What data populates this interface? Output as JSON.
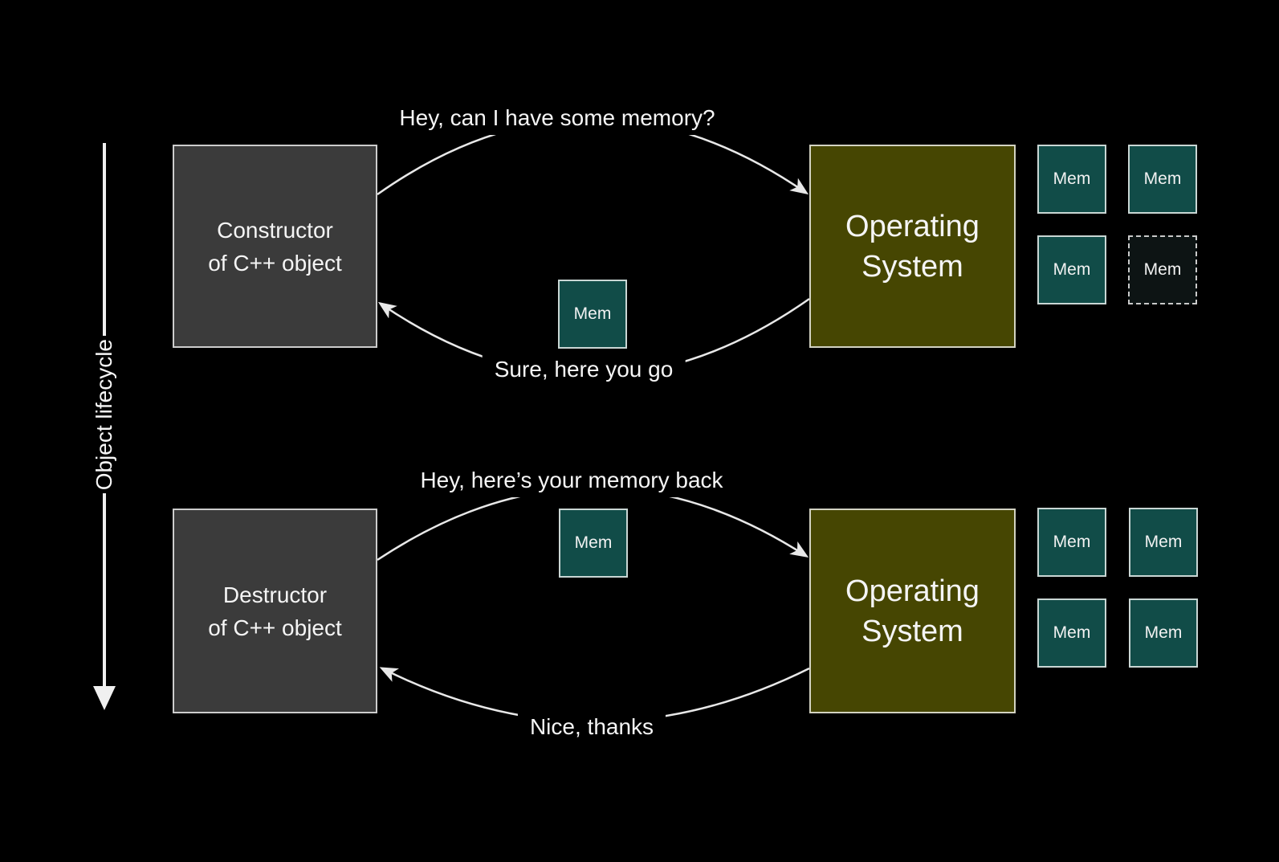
{
  "colors": {
    "background": "#000000",
    "cpp_box_fill": "#3b3b3b",
    "os_box_fill": "#464602",
    "mem_box_fill": "#114c48",
    "mem_box_empty_fill": "#0d1414",
    "box_border": "#cccccc",
    "arrow_stroke": "#e8e8e8",
    "text": "#f5f5f5"
  },
  "lifecycle_axis": {
    "label": "Object lifecycle"
  },
  "top_flow": {
    "left_box": {
      "line1": "Constructor",
      "line2": "of C++ object"
    },
    "os_box": {
      "line1": "Operating",
      "line2": "System"
    },
    "request_label": "Hey, can I have some memory?",
    "response_label": "Sure, here you go",
    "transfer_mem_label": "Mem",
    "os_memory_grid": [
      {
        "label": "Mem",
        "state": "available"
      },
      {
        "label": "Mem",
        "state": "available"
      },
      {
        "label": "Mem",
        "state": "available"
      },
      {
        "label": "Mem",
        "state": "handed-out"
      }
    ]
  },
  "bottom_flow": {
    "left_box": {
      "line1": "Destructor",
      "line2": "of C++ object"
    },
    "os_box": {
      "line1": "Operating",
      "line2": "System"
    },
    "request_label": "Hey, here’s your memory back",
    "response_label": "Nice, thanks",
    "transfer_mem_label": "Mem",
    "os_memory_grid": [
      {
        "label": "Mem",
        "state": "available"
      },
      {
        "label": "Mem",
        "state": "available"
      },
      {
        "label": "Mem",
        "state": "available"
      },
      {
        "label": "Mem",
        "state": "available"
      }
    ]
  }
}
